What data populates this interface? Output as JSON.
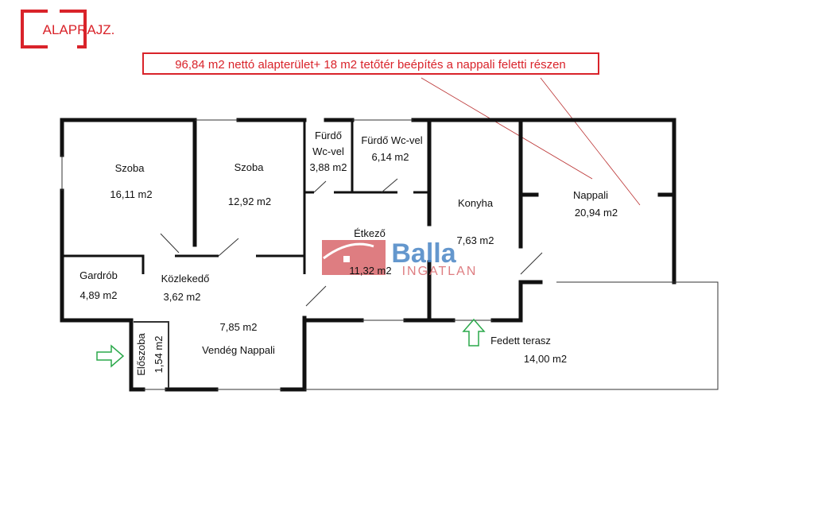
{
  "header": {
    "badge": "ALAPRAJZ.",
    "note": "96,84 m2 nettó alapterület+ 18 m2 tetőtér beépítés a nappali feletti részen"
  },
  "rooms": [
    {
      "name": "Szoba",
      "area": "16,11 m2"
    },
    {
      "name": "Szoba",
      "area": "12,92 m2"
    },
    {
      "name": "Gardrób",
      "area": "4,89 m2"
    },
    {
      "name": "Közlekedő",
      "area": "3,62 m2"
    },
    {
      "name": "Vendég Nappali",
      "area": "7,85 m2"
    },
    {
      "name": "Előszoba",
      "area": "1,54 m2"
    },
    {
      "name_line1": "Fürdő",
      "name_line2": "Wc-vel",
      "area": "3,88 m2"
    },
    {
      "name": "Fürdő Wc-vel",
      "area": "6,14 m2"
    },
    {
      "name": "Konyha",
      "area": "7,63 m2"
    },
    {
      "name": "Étkező",
      "area": "11,32 m2"
    },
    {
      "name": "Nappali",
      "area": "20,94 m2"
    },
    {
      "name": "Fedett terasz",
      "area": "14,00 m2"
    }
  ],
  "watermark": {
    "brand": "Balla",
    "sub": "INGATLAN"
  },
  "colors": {
    "accent": "#d9232a",
    "wall": "#111111",
    "arrow": "#2aa84a",
    "brand_blue": "#4a86c5",
    "brand_red": "#d9676c"
  }
}
